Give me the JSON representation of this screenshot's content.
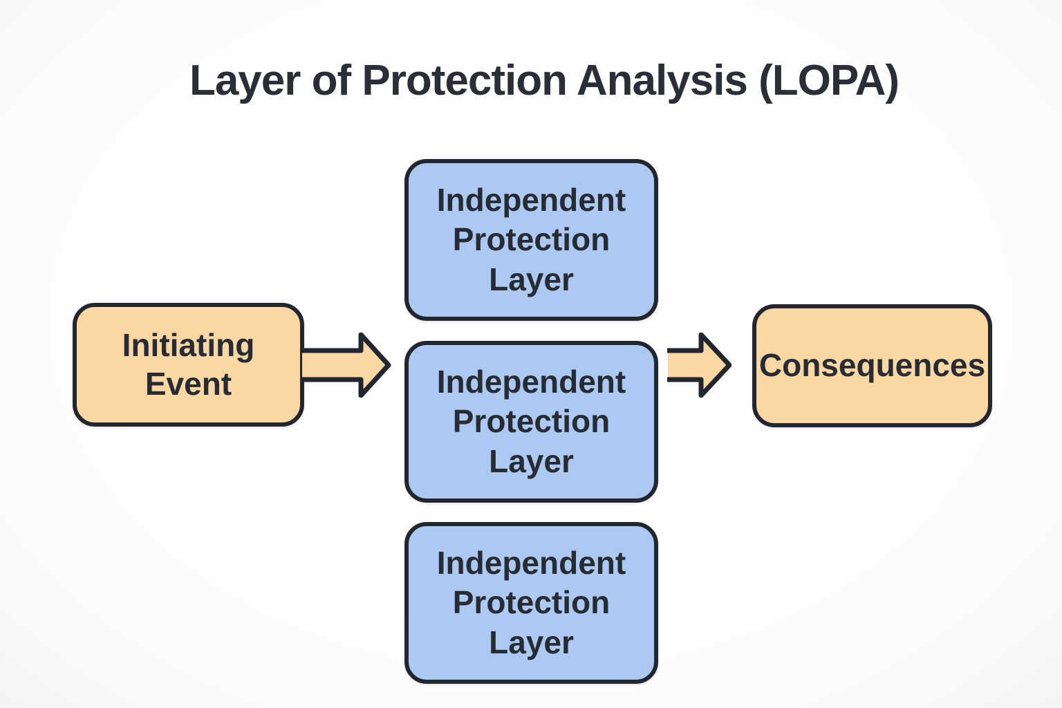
{
  "title": "Layer of Protection Analysis (LOPA)",
  "diagram": {
    "nodes": [
      {
        "id": "initiating-event",
        "label": "Initiating\nEvent",
        "style": "orange"
      },
      {
        "id": "independent-protection-layer-1",
        "label": "Independent\nProtection\nLayer",
        "style": "blue"
      },
      {
        "id": "independent-protection-layer-2",
        "label": "Independent\nProtection\nLayer",
        "style": "blue"
      },
      {
        "id": "independent-protection-layer-3",
        "label": "Independent\nProtection\nLayer",
        "style": "blue"
      },
      {
        "id": "consequences",
        "label": "Consequences",
        "style": "orange"
      }
    ],
    "arrows": [
      {
        "id": "arrow-initiating-to-layers",
        "direction": "right"
      },
      {
        "id": "arrow-layers-to-consequences",
        "direction": "right"
      }
    ]
  },
  "colors": {
    "orange_fill": "#fad7a3",
    "blue_fill": "#abc9f1",
    "outline": "#22262e",
    "text": "#272b33",
    "background": "#fdfdfe"
  }
}
